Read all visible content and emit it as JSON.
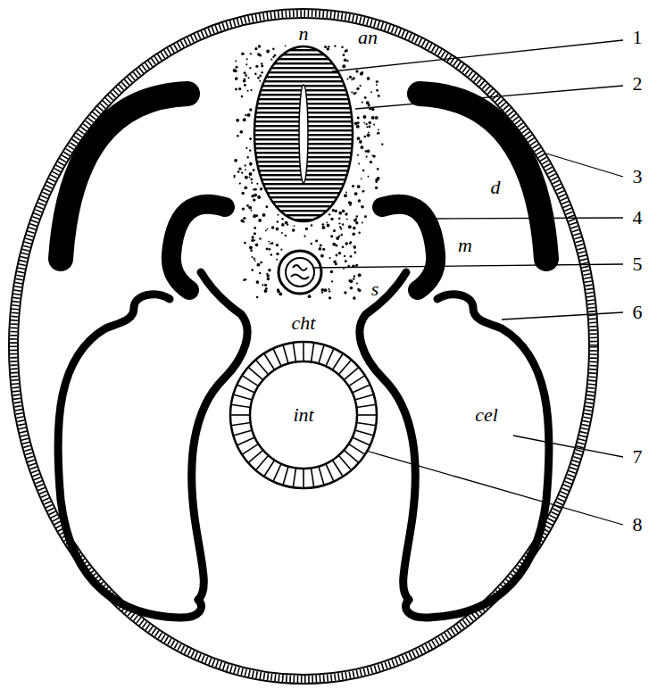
{
  "diagram": {
    "labels": [
      "n",
      "an",
      "1",
      "2",
      "3",
      "d",
      "4",
      "m",
      "5",
      "s",
      "cht",
      "6",
      "cel",
      "7",
      "int",
      "8"
    ]
  }
}
